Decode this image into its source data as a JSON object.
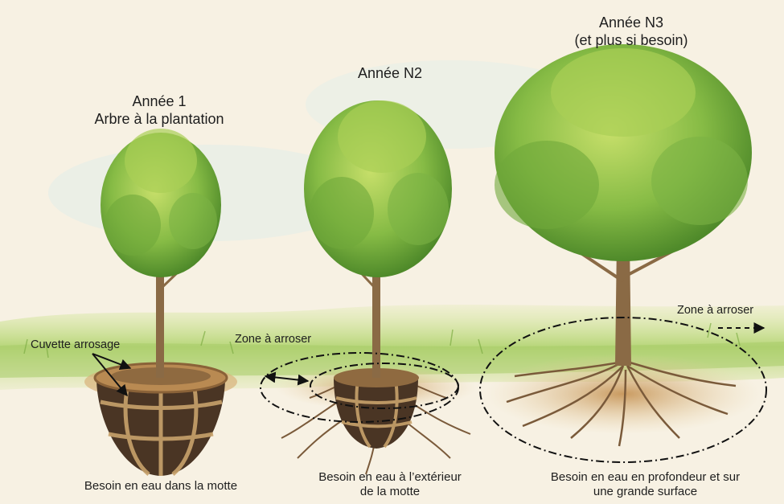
{
  "stages": [
    {
      "title_line1": "Année 1",
      "title_line2": "Arbre à la plantation",
      "caption_line1": "Besoin en eau dans la motte",
      "caption_line2": ""
    },
    {
      "title_line1": "Année N2",
      "title_line2": "",
      "caption_line1": "Besoin en eau à l’extérieur",
      "caption_line2": "de la motte"
    },
    {
      "title_line1": "Année N3",
      "title_line2": "(et plus si besoin)",
      "caption_line1": "Besoin en eau en profondeur et sur",
      "caption_line2": "une grande surface"
    }
  ],
  "annotations": {
    "cuvette": "Cuvette arrosage",
    "zone_n2": "Zone à arroser",
    "zone_n3": "Zone à arroser"
  },
  "colors": {
    "paper": "#f7f1e3",
    "foliage_dark": "#5f9a2e",
    "foliage_light": "#a9cf55",
    "trunk": "#8a6a45",
    "soil": "#b98a52",
    "rootball": "#4a3524",
    "burlap": "#c8a26b",
    "grass": "#b9d97a"
  }
}
